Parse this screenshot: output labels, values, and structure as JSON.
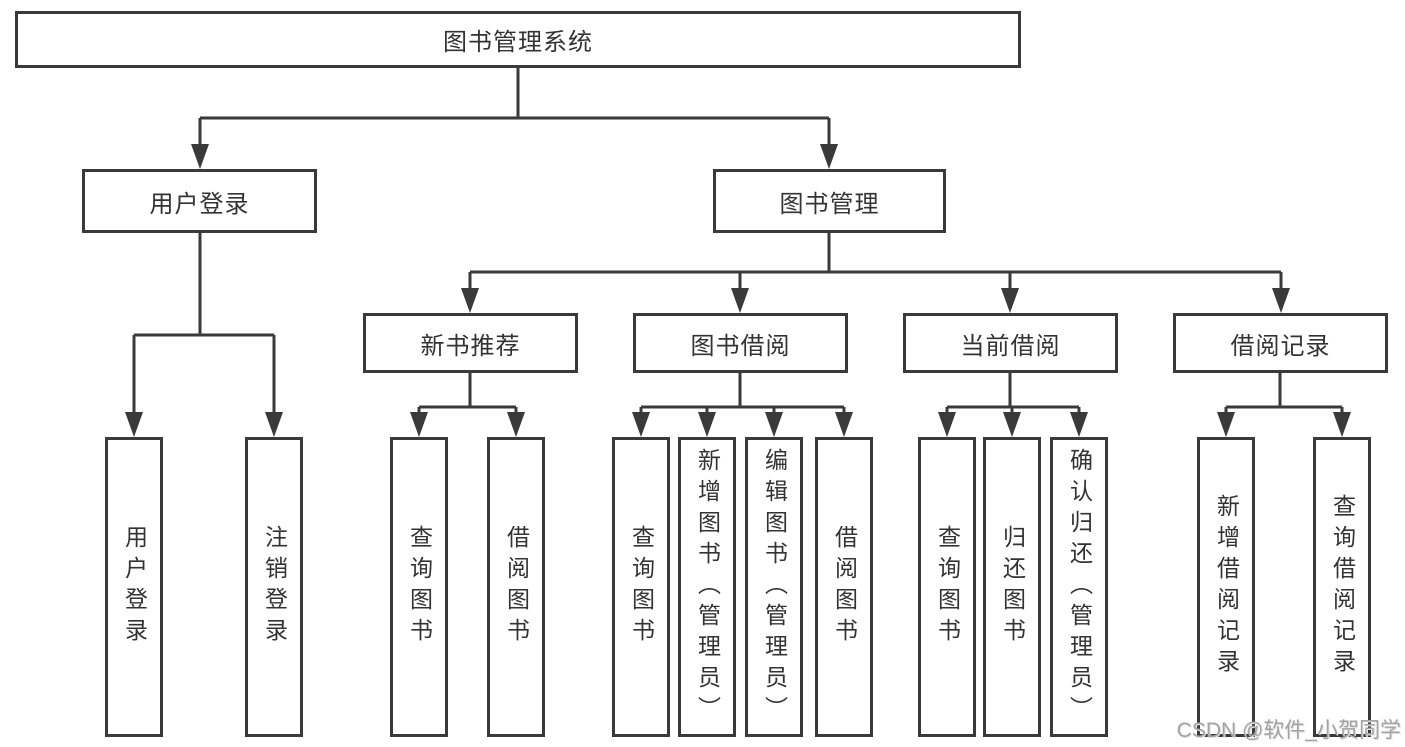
{
  "tree": {
    "root": {
      "label": "图书管理系统",
      "children": [
        {
          "label": "用户登录",
          "children": [
            {
              "label": "用户登录"
            },
            {
              "label": "注销登录"
            }
          ]
        },
        {
          "label": "图书管理",
          "children": [
            {
              "label": "新书推荐",
              "children": [
                {
                  "label": "查询图书"
                },
                {
                  "label": "借阅图书"
                }
              ]
            },
            {
              "label": "图书借阅",
              "children": [
                {
                  "label": "查询图书"
                },
                {
                  "label": "新增图书（管理员）"
                },
                {
                  "label": "编辑图书（管理员）"
                },
                {
                  "label": "借阅图书"
                }
              ]
            },
            {
              "label": "当前借阅",
              "children": [
                {
                  "label": "查询图书"
                },
                {
                  "label": "归还图书"
                },
                {
                  "label": "确认归还（管理员）"
                }
              ]
            },
            {
              "label": "借阅记录",
              "children": [
                {
                  "label": "新增借阅记录"
                },
                {
                  "label": "查询借阅记录"
                }
              ]
            }
          ]
        }
      ]
    }
  },
  "watermark": "CSDN @软件_小贺同学",
  "colors": {
    "line": "#3a3a3a",
    "text": "#333333",
    "background": "#ffffff",
    "watermark": "#a3a3a3"
  }
}
